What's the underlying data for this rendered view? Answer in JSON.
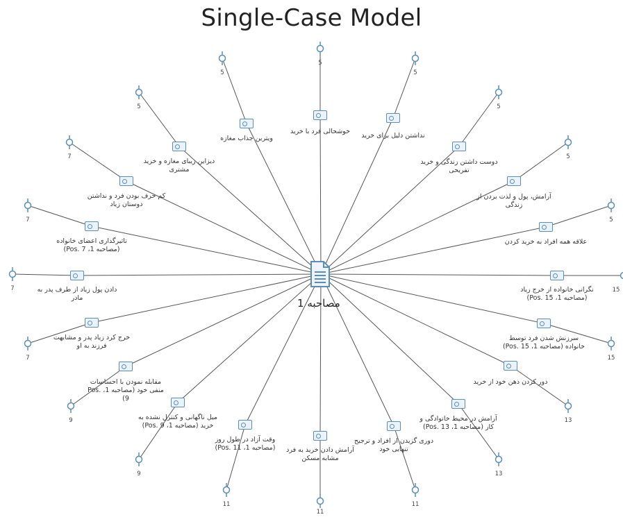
{
  "title": "Single-Case Model",
  "center": {
    "label": "مصاحبه 1"
  },
  "colors": {
    "accent": "#5a8db8",
    "line": "#555555"
  },
  "codes": [
    {
      "label": "خوشحالی فرد با خرید",
      "count": "5"
    },
    {
      "label": "نداشتن دلیل برای خرید",
      "count": "5"
    },
    {
      "label": "دوست داشتن زندگی و خرید تفریحی",
      "count": "5"
    },
    {
      "label": "آرامش، پول و لذت بردن از زندگی",
      "count": "5"
    },
    {
      "label": "علاقه همه افراد به خرید کردن",
      "count": "5"
    },
    {
      "label": "نگرانی خانواده از خرج زیاد (مصاحبه 1، Pos. 15)",
      "count": "15"
    },
    {
      "label": "سرزنش شدن فرد توسط خانواده (مصاحبه 1، Pos. 15)",
      "count": "15"
    },
    {
      "label": "دور کردن ذهن خود از خرید",
      "count": "13"
    },
    {
      "label": "آرامش در محیط خانوادگی و کار (مصاحبه 1، Pos. 13)",
      "count": "13"
    },
    {
      "label": "دوری گزیدن از افراد و ترجیح تنهایی خود",
      "count": "11"
    },
    {
      "label": "آرامش دادن خرید به فرد مشابه مسکن",
      "count": "11"
    },
    {
      "label": "وقت آزاد در طول روز (مصاحبه 1، Pos. 11)",
      "count": "11"
    },
    {
      "label": "میل ناگهانی و کنترل نشده به خرید (مصاحبه 1، Pos. 9)",
      "count": "9"
    },
    {
      "label": "مقابله نمودن با احساسات منفی خود (مصاحبه 1، Pos. 9)",
      "count": "9"
    },
    {
      "label": "خرج کرد زیاد پدر و مشابهت فرزند به او",
      "count": "7"
    },
    {
      "label": "دادن پول زیاد از طرف پدر به مادر",
      "count": "7"
    },
    {
      "label": "تاثیرگذاری اعضای خانواده (مصاحبه 1، Pos. 7)",
      "count": "7"
    },
    {
      "label": "کم حرف بودن فرد و نداشتن دوستان زیاد",
      "count": "7"
    },
    {
      "label": "دیزاین زیبای مغازه و خرید مشتری",
      "count": "5"
    },
    {
      "label": "ویترین جذاب مغازه",
      "count": "5"
    }
  ]
}
